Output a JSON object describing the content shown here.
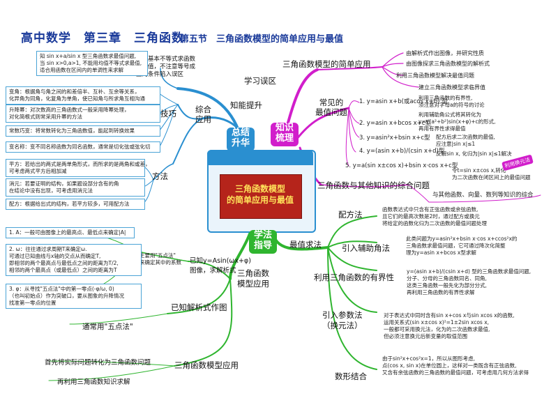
{
  "header": {
    "title": "高中数学　第三章　三角函数",
    "subtitle": "第五节　三角函数模型的简单应用与最值"
  },
  "center": {
    "line1": "三角函数模型",
    "line2": "的简单应用与最值"
  },
  "hubs": {
    "summary": "总结\n升华",
    "knowledge": "知识\n梳理",
    "method": "学法\n指导"
  },
  "left_top": {
    "mistake_area": "学习误区",
    "mistake_text": "利用基本不等式求函数\n的最值，不注意等号成\n立的条件陷入误区",
    "mistake_box": "知 sin x+a/sin x 型三角函数求最值问题,\n当 sin x>0,a>1, 不能用均值不等式求最值,\n适合用函数在区间内的单调性来求解",
    "improve": "知能提升",
    "comp": "综合\n应用",
    "skill": "技巧",
    "method": "方法",
    "skill_box1": "变角：根据角与角之间的和差倍半、互补、互余等关系，\n化异角为同角，化复角为单角，使已知角与所求角互相沟通",
    "skill_box2": "升降幂：对次数高的三角函数式一般采用降幂处理，\n对化简根式则常采用升幂的方法",
    "skill_box3": "常数巧变：将常数转化为三角函数值，能起到转换效果",
    "skill_box4": "变名称：变不同名称函数为同名函数，通常是切化弦或弦化切",
    "method_box1": "平方：若给出的两式是两单角形式，而所求的是两角和或差，\n可考虑两式平方后相加减",
    "method_box2": "消元：若要证明的结构，如果题设部分含有的角\n在结论中没有出现，可考虑用消元法",
    "method_box3": "配方：根据给出式的结构，若平方较多，可用配方法"
  },
  "right_top": {
    "simple_app": "三角函数模型的简单应用",
    "app_items": [
      "由解析式作出图像，并研究性质",
      "由图像探求三角函数模型的解析式",
      "利用三角函数模型解决最值问题",
      "建立三角函数模型求临界值"
    ],
    "common": "常见的\n最值问题",
    "types": [
      "1. y=asin x+b(或acos x+b) 型",
      "2. y=asin x+bcos x+c型",
      "3. y=asin²x+bsin x+c型",
      "4. y=(asin x+b)/(csin x+d)型",
      "5. y=a(sin x±cos x)+bsin x·cos x+c型"
    ],
    "type_notes": [
      "利用三角函数的有界性,\n须注意对字母a的符号的讨论",
      "利用辅助角公式将其转化为\ny=√(a²+b²)sin(x+φ)+c的形式,\n再用有界性求得最值",
      "配方后求二次函数的最值,\n应注意|sin x|≤1",
      "反解sin x, 化归为|sin x|≤1解决",
      "令t=sin x±cos x,转化\n为二次函数在闭区间上的最值问题"
    ],
    "tag": "利用换元法",
    "other": "三角函数与其他知识的综合问题",
    "other_item": "与其他函数、向量、数列等知识的综合"
  },
  "bottom_right": {
    "extreme": "最值求法",
    "completing": "配方法",
    "completing_box": "函数表达式中只含有正弦函数或余弦函数,\n且它们的最高次数是2时，通过配方或换元\n将给定的函数化归为二次函数的最值问题处理",
    "aux": "引入辅助角法",
    "aux_box": "此类问题为y=asin²x+bsin x·cos x+ccos²x的\n三角函数求最值问题，它可通过降次化简整\n理为y=asin x+bcos x型求解",
    "bounded": "利用三角函数的有界性",
    "bounded_box": "y=(asin x+b)/(csin x+d) 型的三角函数求最值问题,\n分子、分母的三角函数同名、同角,\n这类三角函数一般先化为部分分式,\n再利用三角函数的有界性求解",
    "param": "引入参数法\n（换元法）",
    "param_box": "对于表达式中同时含有sin x+cos x与sin xcos x的函数,\n运用关系式(sin x±cos x)²=1±2sin xcos x,\n一般都可采用换元法，化为的二次函数求最值,\n但必须注意换元后新变量的取值范围",
    "geo": "数形结合",
    "geo_box": "由于sin²x+cos²x=1，所以从图形考虑,\n点(cos x, sin x)在单位圆上，这样对一类既含有正弦函数,\n又含有余弦函数的三角函数的最值问题，可考虑用几何方法求得"
  },
  "bottom_left": {
    "model_app": "三角函数\n模型应用",
    "graph": "已知y=Asin(ωx+φ)\n图像，求解析式",
    "five_point": "主要用\"五点法\"\n来确定其中的系数",
    "box1": "1. A：一般可由图像上的最高点、最低点来确定|A|",
    "box2": "2. ω：往往通过求周期T来确定ω.\n可通过已知曲线与x轴的交点从而确定T,\n即相邻的两个最高点与最低点之间的距离为T/2,\n相邻的两个最高点（或最低点）之间的距离为T",
    "box3": "3. φ：从寻找\"五点法\"中的第一零点(-φ/ω, 0)\n（也叫初始点）作为突破口，要从图象的升降情况\n找准第一零点的位置",
    "draw": "已知解析式作图",
    "five_usual": "通常用\"五点法\"",
    "model_apply": "三角函数模型应用",
    "step1": "首先将实际问题转化为三角函数问题",
    "step2": "再利用三角函数知识求解"
  },
  "colors": {
    "blue": "#2a8fd0",
    "magenta": "#d11ecb",
    "green": "#2fb52f",
    "navy": "#1a3a9a",
    "center_red": "#c8261c"
  }
}
